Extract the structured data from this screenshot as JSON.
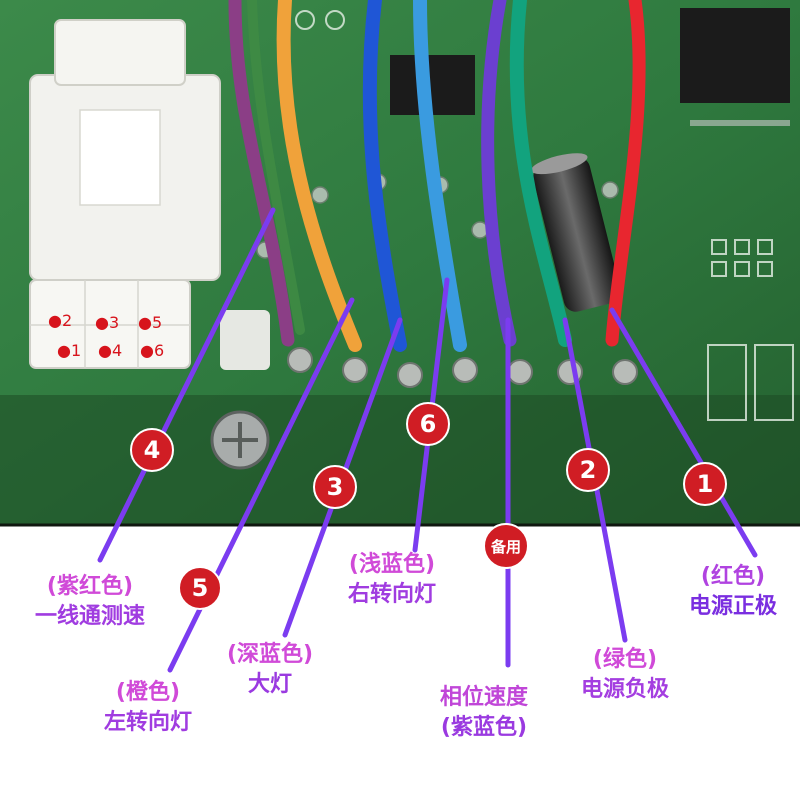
{
  "connector": {
    "pins": [
      "2",
      "3",
      "5",
      "1",
      "4",
      "6"
    ]
  },
  "wires": [
    {
      "badge": "1",
      "line1": "(红色)",
      "line2": "电源正极",
      "color": "#e8262f"
    },
    {
      "badge": "2",
      "line1": "(绿色)",
      "line2": "电源负极",
      "color": "#12a37e"
    },
    {
      "badge": "3",
      "line1": "(深蓝色)",
      "line2": "大灯",
      "color": "#1f56d6"
    },
    {
      "badge": "4",
      "line1": "(紫红色)",
      "line2": "一线通测速",
      "color": "#8b3e86"
    },
    {
      "badge": "5",
      "line1": "(橙色)",
      "line2": "左转向灯",
      "color": "#f0a23a"
    },
    {
      "badge": "6",
      "line1": "(浅蓝色)",
      "line2": "右转向灯",
      "color": "#3a9be0"
    },
    {
      "badge": "备用",
      "line1": "相位速度",
      "line2": "(紫蓝色)",
      "color": "#6b3fd0"
    }
  ],
  "colors": {
    "pcb": "#2f7a3f",
    "badge": "#d01d24",
    "label_gradient_top": "#e04fd0",
    "label_gradient_bottom": "#7a2ee0",
    "leader_line": "#7b3cf0"
  }
}
